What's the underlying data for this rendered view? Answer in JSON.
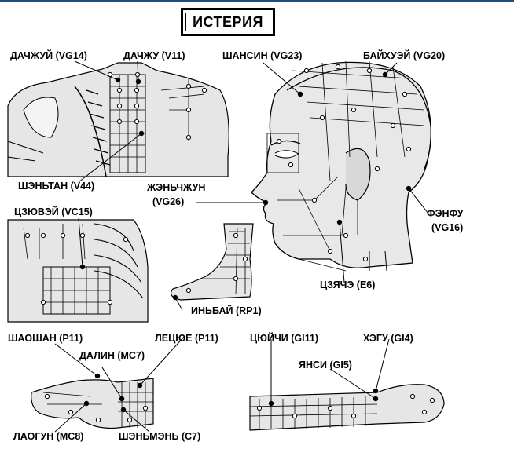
{
  "title": "ИСТЕРИЯ",
  "labels": {
    "dazhui": "ДАЧЖУЙ (VG14)",
    "dazhu": "ДАЧЖУ (V11)",
    "shenshen": "ШАНСИН (VG23)",
    "baihui": "БАЙХУЭЙ (VG20)",
    "shentang": "ШЭНЬТАН (V44)",
    "renzhong_1": "ЖЭНЬЧЖУН",
    "renzhong_2": "(VG26)",
    "fengfu_1": "ФЭНФУ",
    "fengfu_2": "(VG16)",
    "jiuwei": "ЦЗЮВЭЙ (VC15)",
    "jiache": "ЦЗЯЧЭ (E6)",
    "yinbai": "ИНЬБАЙ (RP1)",
    "shaoshang": "ШАОШАН (P11)",
    "lieque": "ЛЕЦЮЕ (P11)",
    "quchi": "ЦЮЙЧИ (GI11)",
    "hegu": "ХЭГУ (GI4)",
    "daling": "ДАЛИН (MC7)",
    "yangxi": "ЯНСИ (GI5)",
    "laogong": "ЛАОГУН (MC8)",
    "shenmen": "ШЭНЬМЭНЬ (C7)"
  },
  "colors": {
    "ink": "#000000",
    "skin": "#e6e6e6",
    "bone": "#f4f4f4",
    "accent_line": "#1f4e79"
  }
}
